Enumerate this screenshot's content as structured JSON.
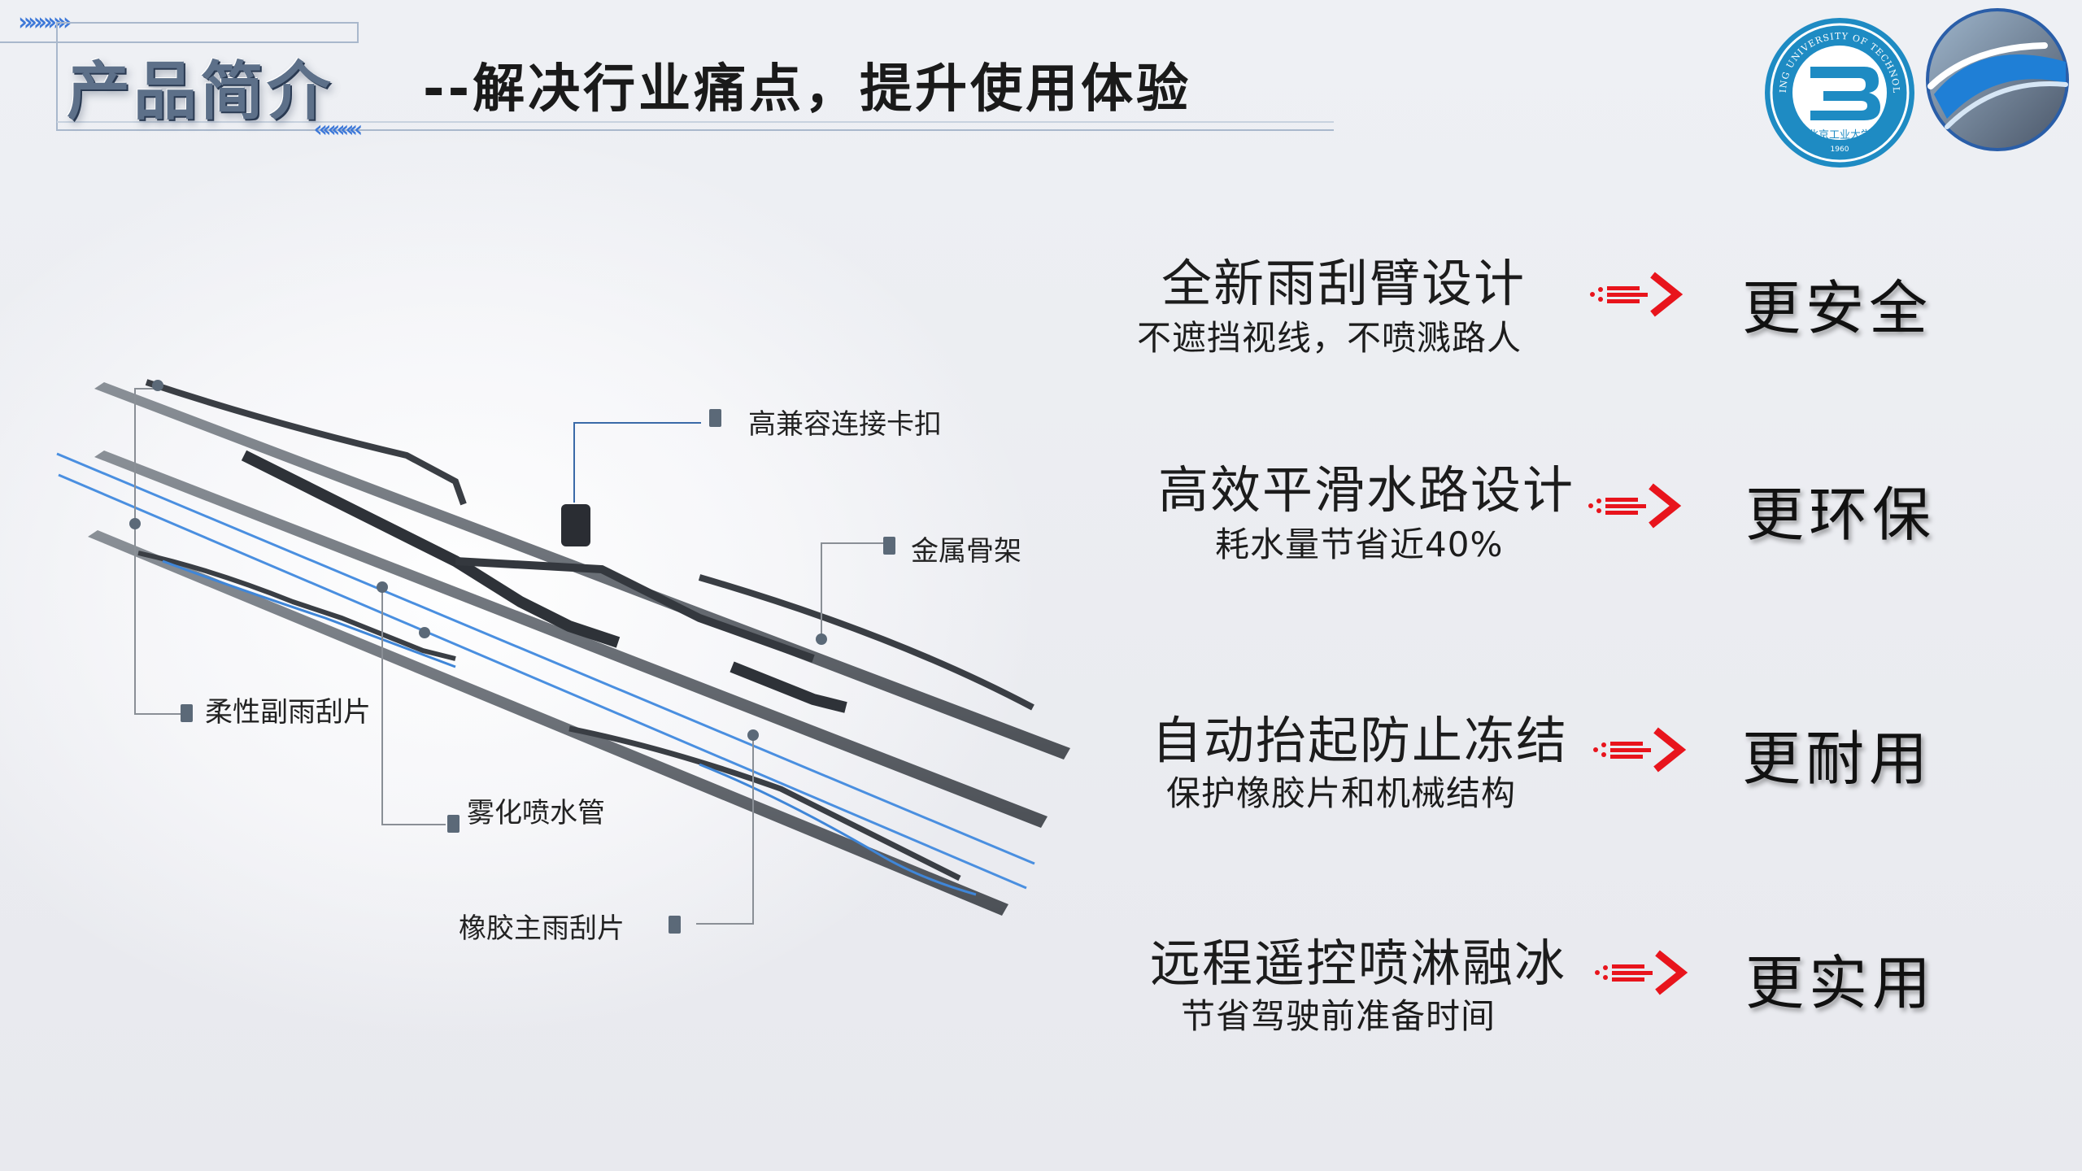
{
  "header": {
    "title": "产品简介",
    "subtitle": "--解决行业痛点，提升使用体验",
    "chevrons_top": "»»»»»",
    "chevrons_bottom": "«««««"
  },
  "logos": {
    "university_seal_text": "BEIJING UNIVERSITY OF TECHNOLOGY",
    "university_year": "1960",
    "university_cn": "北京工业大学"
  },
  "diagram": {
    "callouts": {
      "connector": "高兼容连接卡扣",
      "frame": "金属骨架",
      "sub_blade": "柔性副雨刮片",
      "spray_tube": "雾化喷水管",
      "main_blade": "橡胶主雨刮片"
    }
  },
  "features": [
    {
      "title": "全新雨刮臂设计",
      "sub": "不遮挡视线，不喷溅路人",
      "result": "更安全"
    },
    {
      "title": "高效平滑水路设计",
      "sub": "耗水量节省近40%",
      "result": "更环保"
    },
    {
      "title": "自动抬起防止冻结",
      "sub": "保护橡胶片和机械结构",
      "result": "更耐用"
    },
    {
      "title": "远程遥控喷淋融冰",
      "sub": "节省驾驶前准备时间",
      "result": "更实用"
    }
  ],
  "colors": {
    "accent_blue": "#3d78d8",
    "arrow_red": "#e8141c",
    "seal_blue": "#1e8bc3"
  },
  "icons": [
    "chevron-right-icon",
    "chevron-left-icon",
    "university-seal-icon",
    "app-logo-icon",
    "red-arrow-icon"
  ]
}
